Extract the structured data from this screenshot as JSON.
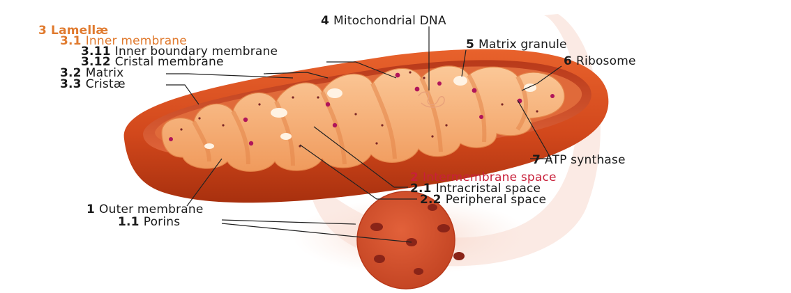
{
  "colors": {
    "orange_heading": "#e07a2e",
    "red_heading": "#c8203a",
    "text": "#1a1a1a",
    "outer_membrane": "#d2481c",
    "outer_membrane_dark": "#a8300e",
    "inner_fold": "#f4a56a",
    "inner_fold_light": "#fbc898",
    "matrix_dot": "#8a2a2a",
    "ribosome": "#b0155a",
    "granule": "#fff3e4"
  },
  "labels": {
    "lamellae": {
      "num": "3",
      "text": "Lamellæ"
    },
    "inner_membrane": {
      "num": "3.1",
      "text": "Inner membrane"
    },
    "inner_boundary_membrane": {
      "num": "3.11",
      "text": "Inner boundary membrane"
    },
    "cristal_membrane": {
      "num": "3.12",
      "text": "Cristal membrane"
    },
    "matrix": {
      "num": "3.2",
      "text": "Matrix"
    },
    "cristae": {
      "num": "3.3",
      "text": "Cristæ"
    },
    "mitochondrial_dna": {
      "num": "4",
      "text": "Mitochondrial DNA"
    },
    "matrix_granule": {
      "num": "5",
      "text": "Matrix granule"
    },
    "ribosome": {
      "num": "6",
      "text": "Ribosome"
    },
    "atp_synthase": {
      "num": "7",
      "text": "ATP synthase"
    },
    "intermembrane_space": {
      "num": "2",
      "text": "Intermembrane space"
    },
    "intracristal_space": {
      "num": "2.1",
      "text": "Intracristal space"
    },
    "peripheral_space": {
      "num": "2.2",
      "text": "Peripheral space"
    },
    "outer_membrane": {
      "num": "1",
      "text": "Outer membrane"
    },
    "porins": {
      "num": "1.1",
      "text": "Porins"
    }
  }
}
